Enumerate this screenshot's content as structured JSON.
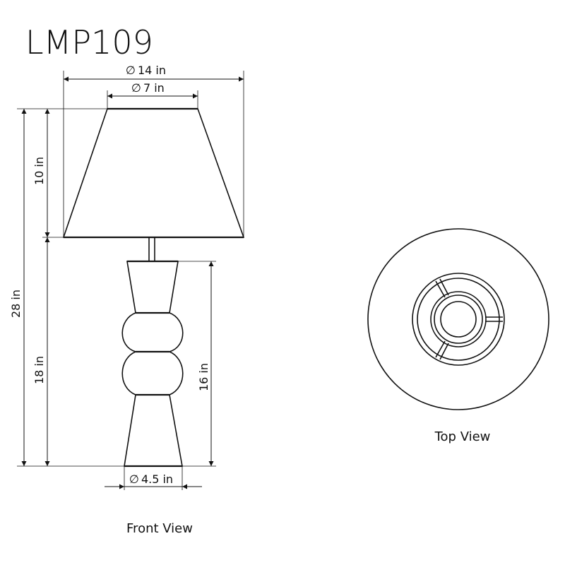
{
  "title": "LMP109",
  "dimensions": {
    "shade_bottom_diameter": "14 in",
    "shade_top_diameter": "7 in",
    "shade_height": "10 in",
    "total_height": "28 in",
    "base_height": "18 in",
    "body_height": "16 in",
    "base_diameter": "4.5 in",
    "diameter_symbol": "∅"
  },
  "labels": {
    "front_view": "Front View",
    "top_view": "Top View"
  }
}
